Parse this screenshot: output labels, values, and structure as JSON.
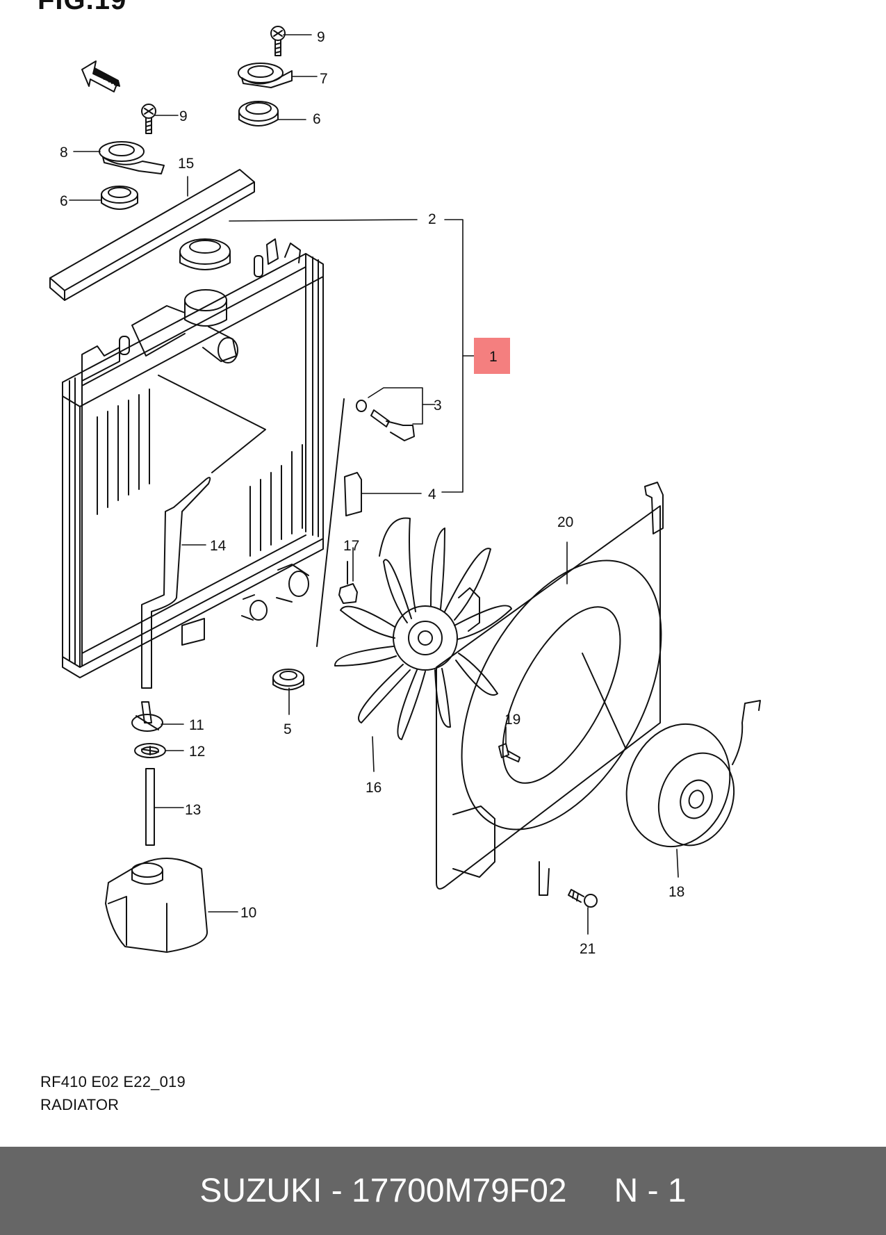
{
  "figure": {
    "title": "FIG.19",
    "code": "RF410 E02 E22_019",
    "name": "RADIATOR"
  },
  "callouts": [
    {
      "id": "c9a",
      "text": "9"
    },
    {
      "id": "c7",
      "text": "7"
    },
    {
      "id": "c9b",
      "text": "9"
    },
    {
      "id": "c6a",
      "text": "6"
    },
    {
      "id": "c8",
      "text": "8"
    },
    {
      "id": "c15",
      "text": "15"
    },
    {
      "id": "c6b",
      "text": "6"
    },
    {
      "id": "c2",
      "text": "2"
    },
    {
      "id": "c1",
      "text": "1"
    },
    {
      "id": "c3",
      "text": "3"
    },
    {
      "id": "c4",
      "text": "4"
    },
    {
      "id": "c14",
      "text": "14"
    },
    {
      "id": "c17",
      "text": "17"
    },
    {
      "id": "c20",
      "text": "20"
    },
    {
      "id": "c11",
      "text": "11"
    },
    {
      "id": "c5",
      "text": "5"
    },
    {
      "id": "c12",
      "text": "12"
    },
    {
      "id": "c19",
      "text": "19"
    },
    {
      "id": "c16",
      "text": "16"
    },
    {
      "id": "c13",
      "text": "13"
    },
    {
      "id": "c18",
      "text": "18"
    },
    {
      "id": "c10",
      "text": "10"
    },
    {
      "id": "c21",
      "text": "21"
    }
  ],
  "fwd_label": "FWD",
  "highlight_color": "#f47f7f",
  "footer": {
    "brand_part": "SUZUKI - 17700M79F02",
    "qty": "N - 1"
  }
}
